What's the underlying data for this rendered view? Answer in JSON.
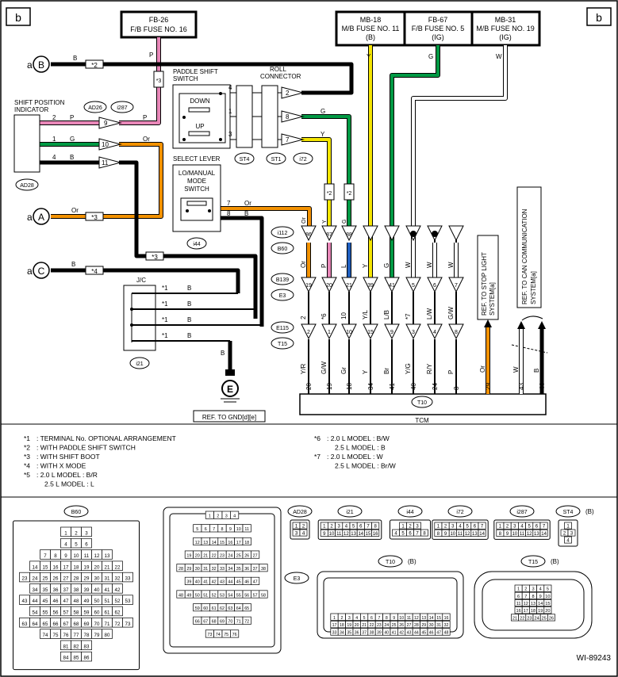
{
  "sheet_marker": "b",
  "figure_id": "WI-89243",
  "fuses": {
    "fb26": [
      "FB-26",
      "F/B FUSE NO. 16"
    ],
    "mb18": [
      "MB-18",
      "M/B FUSE NO. 11",
      "(B)"
    ],
    "fb67": [
      "FB-67",
      "F/B FUSE NO. 5",
      "(IG)"
    ],
    "mb31": [
      "MB-31",
      "M/B FUSE NO. 19",
      "(IG)"
    ]
  },
  "components": {
    "shift_position_indicator": [
      "SHIFT POSITION",
      "INDICATOR"
    ],
    "paddle_shift_switch": [
      "PADDLE SHIFT",
      "SWITCH"
    ],
    "roll_connector": [
      "ROLL",
      "CONNECTOR"
    ],
    "down": "DOWN",
    "up": "UP",
    "select_lever": "SELECT LEVER",
    "lo_manual_mode_switch": [
      "LO/MANUAL",
      "MODE",
      "SWITCH"
    ],
    "jc": "J/C",
    "tcm": "TCM",
    "ground_symbol": "E",
    "ref_gnd": "REF. TO GND[d][e]",
    "ref_stop_light": [
      "REF. TO STOP LIGHT",
      "SYSTEM[a]"
    ],
    "ref_can": [
      "REF. TO CAN COMMUNICATION",
      "SYSTEM[a]"
    ]
  },
  "wire_sources": {
    "a": "a",
    "B": "B",
    "A": "A",
    "C": "C"
  },
  "connector_tags": {
    "AD26": "AD26",
    "i287": "i287",
    "AD28": "AD28",
    "ST4": "ST4",
    "ST1": "ST1",
    "i72": "i72",
    "i44": "i44",
    "i21": "i21",
    "i112": "i112",
    "B60": "B60",
    "B139": "B139",
    "E3": "E3",
    "E115": "E115",
    "T15": "T15",
    "T10": "T10"
  },
  "notes": {
    "m1": "*1",
    "m2": "*2",
    "m3": "*3",
    "m4": "*4",
    "m5": "*5",
    "m6": "*6",
    "m7": "*7"
  },
  "legend": {
    "left": [
      [
        "*1",
        ": TERMINAL No. OPTIONAL ARRANGEMENT"
      ],
      [
        "*2",
        ": WITH PADDLE SHIFT SWITCH"
      ],
      [
        "*3",
        ": WITH SHIFT BOOT"
      ],
      [
        "*4",
        ": WITH X MODE"
      ],
      [
        "*5",
        ": 2.0 L MODEL  : B/R"
      ],
      [
        "",
        "2.5 L MODEL  : L"
      ]
    ],
    "right": [
      [
        "*6",
        ": 2.0 L MODEL  : B/W"
      ],
      [
        "",
        "2.5 L MODEL  : B"
      ],
      [
        "*7",
        ": 2.0 L MODEL  : W"
      ],
      [
        "",
        "2.5 L MODEL  : Br/W"
      ]
    ]
  },
  "colors": {
    "black": "#000000",
    "orange": "#f39200",
    "green": "#009944",
    "pink": "#e887b8",
    "yellow": "#f5e600",
    "blue": "#1f5fbf",
    "white": "#ffffff"
  },
  "connector_views": {
    "B60": {
      "label": "B60",
      "rows": [
        [
          "1",
          "2",
          "3"
        ],
        [
          "4",
          "5",
          "6"
        ],
        [
          "7",
          "8",
          "9",
          "10",
          "11",
          "12",
          "13"
        ],
        [
          "14",
          "15",
          "16",
          "17",
          "18",
          "19",
          "20",
          "21",
          "22"
        ],
        [
          "23",
          "24",
          "25",
          "26",
          "27",
          "28",
          "29",
          "30",
          "31",
          "32",
          "33"
        ],
        [
          "34",
          "35",
          "36",
          "37",
          "38",
          "39",
          "40",
          "41",
          "42"
        ],
        [
          "43",
          "44",
          "45",
          "46",
          "47",
          "48",
          "49",
          "50",
          "51",
          "52",
          "53"
        ],
        [
          "54",
          "55",
          "56",
          "57",
          "58",
          "59",
          "60",
          "61",
          "62"
        ],
        [
          "63",
          "64",
          "65",
          "66",
          "67",
          "68",
          "69",
          "70",
          "71",
          "72",
          "73"
        ],
        [
          "74",
          "75",
          "76",
          "77",
          "78",
          "79",
          "80"
        ],
        [
          "81",
          "82",
          "83"
        ],
        [
          "84",
          "85",
          "86"
        ]
      ]
    },
    "E3": {
      "label": "E3",
      "rows": [
        [
          "1",
          "2",
          "3",
          "4"
        ],
        [
          "5",
          "6",
          "7",
          "8",
          "9",
          "10",
          "11"
        ],
        [
          "12",
          "13",
          "14",
          "15",
          "16",
          "17",
          "18"
        ],
        [
          "19",
          "20",
          "21",
          "22",
          "23",
          "24",
          "25",
          "26",
          "27"
        ],
        [
          "28",
          "29",
          "30",
          "31",
          "32",
          "33",
          "34",
          "35",
          "36",
          "37",
          "38"
        ],
        [
          "39",
          "40",
          "41",
          "42",
          "43",
          "44",
          "45",
          "46",
          "47"
        ],
        [
          "48",
          "49",
          "50",
          "51",
          "52",
          "53",
          "54",
          "55",
          "56",
          "57",
          "58"
        ],
        [
          "59",
          "60",
          "61",
          "62",
          "63",
          "64",
          "65"
        ],
        [
          "66",
          "67",
          "68",
          "69",
          "70",
          "71",
          "72"
        ],
        [
          "73",
          "74",
          "75",
          "76"
        ]
      ]
    },
    "AD28": {
      "label": "AD28",
      "rows": [
        [
          "1",
          "2"
        ],
        [
          "3",
          "4"
        ]
      ]
    },
    "i21": {
      "label": "i21",
      "rows": [
        [
          "1",
          "2",
          "3",
          "4",
          "5",
          "6",
          "7",
          "8"
        ],
        [
          "9",
          "10",
          "11",
          "12",
          "13",
          "14",
          "15",
          "16"
        ]
      ]
    },
    "i44": {
      "label": "i44",
      "rows": [
        [
          "1",
          "2",
          "3"
        ],
        [
          "4",
          "5",
          "6",
          "7",
          "8"
        ]
      ]
    },
    "i72": {
      "label": "i72",
      "rows": [
        [
          "1",
          "2",
          "3",
          "4",
          "5",
          "6",
          "7"
        ],
        [
          "8",
          "9",
          "10",
          "11",
          "12",
          "13",
          "14"
        ]
      ]
    },
    "i287": {
      "label": "i287",
      "rows": [
        [
          "1",
          "2",
          "3",
          "4",
          "5",
          "6",
          "7"
        ],
        [
          "8",
          "9",
          "10",
          "11",
          "12",
          "13",
          "14"
        ]
      ]
    },
    "ST4": {
      "label": "ST4",
      "suffix": "(B)",
      "rows": [
        [
          "1"
        ],
        [
          "2",
          "3"
        ],
        [
          "4"
        ]
      ]
    },
    "T10": {
      "label": "T10",
      "suffix": "(B)",
      "rows": [
        [
          "1",
          "2",
          "3",
          "4",
          "5",
          "6",
          "7",
          "8",
          "9",
          "10",
          "11",
          "12",
          "13",
          "14",
          "15",
          "16"
        ],
        [
          "17",
          "18",
          "19",
          "20",
          "21",
          "22",
          "23",
          "24",
          "25",
          "26",
          "27",
          "28",
          "29",
          "30",
          "31",
          "32"
        ],
        [
          "33",
          "34",
          "35",
          "36",
          "37",
          "38",
          "39",
          "40",
          "41",
          "42",
          "43",
          "44",
          "45",
          "46",
          "47",
          "48"
        ]
      ]
    },
    "T15": {
      "label": "T15",
      "suffix": "(B)",
      "rows": [
        [
          "1",
          "2",
          "3",
          "4",
          "5"
        ],
        [
          "6",
          "7",
          "8",
          "9",
          "10"
        ],
        [
          "11",
          "12",
          "13",
          "14",
          "15"
        ],
        [
          "16",
          "17",
          "18",
          "19",
          "20"
        ],
        [
          "21",
          "22",
          "23",
          "24",
          "25",
          "26"
        ]
      ]
    }
  },
  "wiring": {
    "wire_labels": {
      "top_B": "B",
      "top_P": "P",
      "mid_P": "P",
      "left_G": "G",
      "left_B": "B",
      "indicator_Or": "Or",
      "A_Or": "Or",
      "C_B": "B",
      "ps_G": "G",
      "ps_Y": "Y",
      "lo_Or": "Or",
      "lo_B": "B",
      "jc_B": "B",
      "gnd_B": "B",
      "fuse_Y": "Y",
      "fuse_G": "G",
      "fuse_W": "W"
    },
    "pin_numbers": {
      "ad_9": "9",
      "ad_10": "10",
      "ad_11": "11",
      "ind_2": "2",
      "ind_1": "1",
      "ind_4": "4",
      "ps_4": "4",
      "ps_1": "1",
      "ps_3": "3",
      "rc_2": "2",
      "rc_8": "8",
      "rc_7": "7",
      "lo_7": "7",
      "lo_8": "8"
    },
    "vertical_lines": [
      {
        "b60": "86",
        "b60_wire": "Or",
        "e3": "19",
        "e3_wire": "Or",
        "e115": "2",
        "t15": "2",
        "t10": "20",
        "t10_wire": "Y/R"
      },
      {
        "b60": "87",
        "b60_wire": "Y",
        "e3": "20",
        "e3_wire": "P",
        "e115": "*6",
        "t15": "1",
        "t10": "19",
        "t10_wire": "G/W"
      },
      {
        "b60": "88",
        "b60_wire": "G",
        "e3": "21",
        "e3_wire": "L",
        "e115": "10",
        "t15": "10",
        "t10": "18",
        "t10_wire": "Gr"
      },
      {
        "b60": "",
        "b60_wire": "Y",
        "e3": "39",
        "e3_wire": "Y",
        "e115": "Y/L",
        "t15": "15",
        "t10": "34",
        "t10_wire": "Y"
      },
      {
        "b60": "",
        "b60_wire": "G",
        "e3": "41",
        "e3_wire": "G",
        "e115": "L/B",
        "t15": "9",
        "t10": "41",
        "t10_wire": "Br"
      },
      {
        "b60": "",
        "b60_wire": "W",
        "e3": "5",
        "e3_wire": "W",
        "e115": "*7",
        "t15": "3",
        "t10": "40",
        "t10_wire": "Y/G"
      },
      {
        "b60": "",
        "b60_wire": "W",
        "e3": "6",
        "e3_wire": "W",
        "e115": "L/W",
        "t15": "4",
        "t10": "24",
        "t10_wire": "R/Y"
      },
      {
        "b60": "",
        "b60_wire": "W",
        "e3": "7",
        "e3_wire": "W",
        "e115": "G/W",
        "t15": "8",
        "t10": "8",
        "t10_wire": "P"
      }
    ],
    "tcm_extra": [
      {
        "t10": "29",
        "t10_wire": "Or"
      },
      {
        "t10": "43",
        "t10_wire": "W"
      },
      {
        "t10": "44",
        "t10_wire": "B"
      }
    ]
  }
}
